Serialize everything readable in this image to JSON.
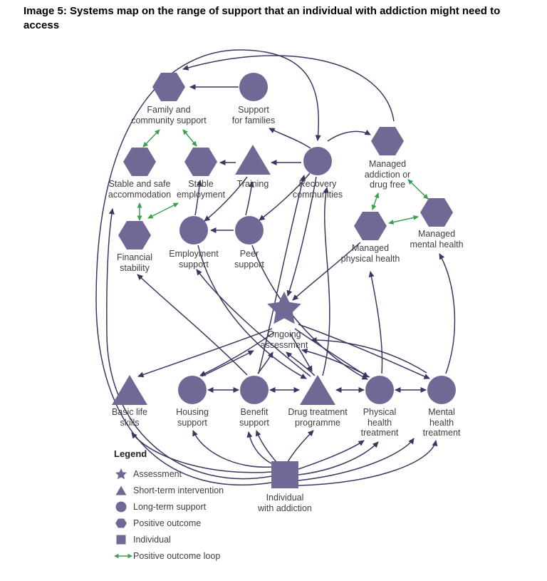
{
  "title": "Image 5: Systems map on the range of support that an individual with addiction might need to access",
  "colors": {
    "node_fill": "#726896",
    "arrow": "#3c3663",
    "positive_loop": "#3aa24e",
    "label_text": "#3f3f3f",
    "background": "#ffffff"
  },
  "nodes": {
    "family_community": "Family and\ncommunity support",
    "support_families": "Support\nfor families",
    "stable_accommodation": "Stable and safe\naccommodation",
    "stable_employment": "Stable\nemployment",
    "training": "Training",
    "recovery_communities": "Recovery\ncommunities",
    "managed_addiction": "Managed\naddiction or\ndrug free",
    "managed_physical": "Managed\nphysical health",
    "managed_mental": "Managed\nmental health",
    "financial_stability": "Financial\nstability",
    "employment_support": "Employment\nsupport",
    "peer_support": "Peer\nsupport",
    "ongoing_assessment": "Ongoing\nassessment",
    "basic_life_skills": "Basic life\nskills",
    "housing_support": "Housing\nsupport",
    "benefit_support": "Benefit\nsupport",
    "drug_treatment": "Drug treatment\nprogramme",
    "physical_health": "Physical\nhealth\ntreatment",
    "mental_health": "Mental\nhealth\ntreatment",
    "individual": "Individual\nwith addiction"
  },
  "legend": {
    "heading": "Legend",
    "items": [
      {
        "icon": "star-icon",
        "label": "Assessment"
      },
      {
        "icon": "triangle-icon",
        "label": "Short-term intervention"
      },
      {
        "icon": "circle-icon",
        "label": "Long-term support"
      },
      {
        "icon": "hexagon-icon",
        "label": "Positive outcome"
      },
      {
        "icon": "square-icon",
        "label": "Individual"
      },
      {
        "icon": "double-arrow-icon",
        "label": "Positive outcome loop"
      }
    ]
  }
}
